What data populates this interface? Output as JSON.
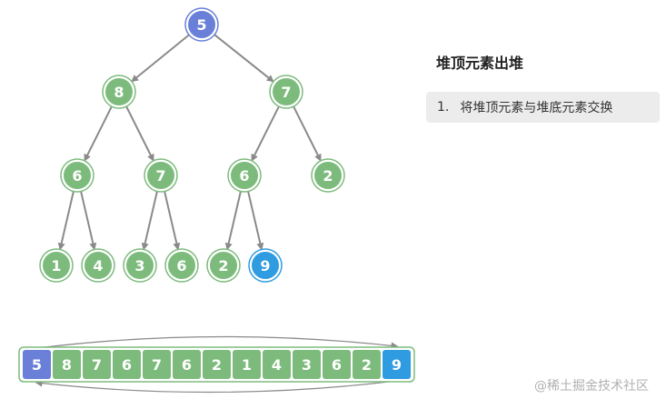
{
  "panel": {
    "title": "堆顶元素出堆",
    "step_number": "1.",
    "step_text": "将堆顶元素与堆底元素交换"
  },
  "watermark": "@稀土掘金技术社区",
  "colors": {
    "node_fill": "#7dbb7d",
    "node_stroke": "#5aa05a",
    "top_fill": "#6a7fd8",
    "bottom_fill": "#2f9be0",
    "edge": "#8a8a8a"
  },
  "tree": {
    "nodes": [
      {
        "id": 0,
        "label": "5",
        "role": "top"
      },
      {
        "id": 1,
        "label": "8"
      },
      {
        "id": 2,
        "label": "7"
      },
      {
        "id": 3,
        "label": "6"
      },
      {
        "id": 4,
        "label": "7"
      },
      {
        "id": 5,
        "label": "6"
      },
      {
        "id": 6,
        "label": "2"
      },
      {
        "id": 7,
        "label": "1"
      },
      {
        "id": 8,
        "label": "4"
      },
      {
        "id": 9,
        "label": "3"
      },
      {
        "id": 10,
        "label": "6"
      },
      {
        "id": 11,
        "label": "2"
      },
      {
        "id": 12,
        "label": "9",
        "role": "bottom"
      }
    ],
    "edges": [
      [
        0,
        1
      ],
      [
        0,
        2
      ],
      [
        1,
        3
      ],
      [
        1,
        4
      ],
      [
        2,
        5
      ],
      [
        2,
        6
      ],
      [
        3,
        7
      ],
      [
        3,
        8
      ],
      [
        4,
        9
      ],
      [
        4,
        10
      ],
      [
        5,
        11
      ],
      [
        5,
        12
      ]
    ]
  },
  "array": {
    "cells": [
      {
        "label": "5",
        "role": "top"
      },
      {
        "label": "8"
      },
      {
        "label": "7"
      },
      {
        "label": "6"
      },
      {
        "label": "7"
      },
      {
        "label": "6"
      },
      {
        "label": "2"
      },
      {
        "label": "1"
      },
      {
        "label": "4"
      },
      {
        "label": "3"
      },
      {
        "label": "6"
      },
      {
        "label": "2"
      },
      {
        "label": "9",
        "role": "bottom"
      }
    ]
  }
}
